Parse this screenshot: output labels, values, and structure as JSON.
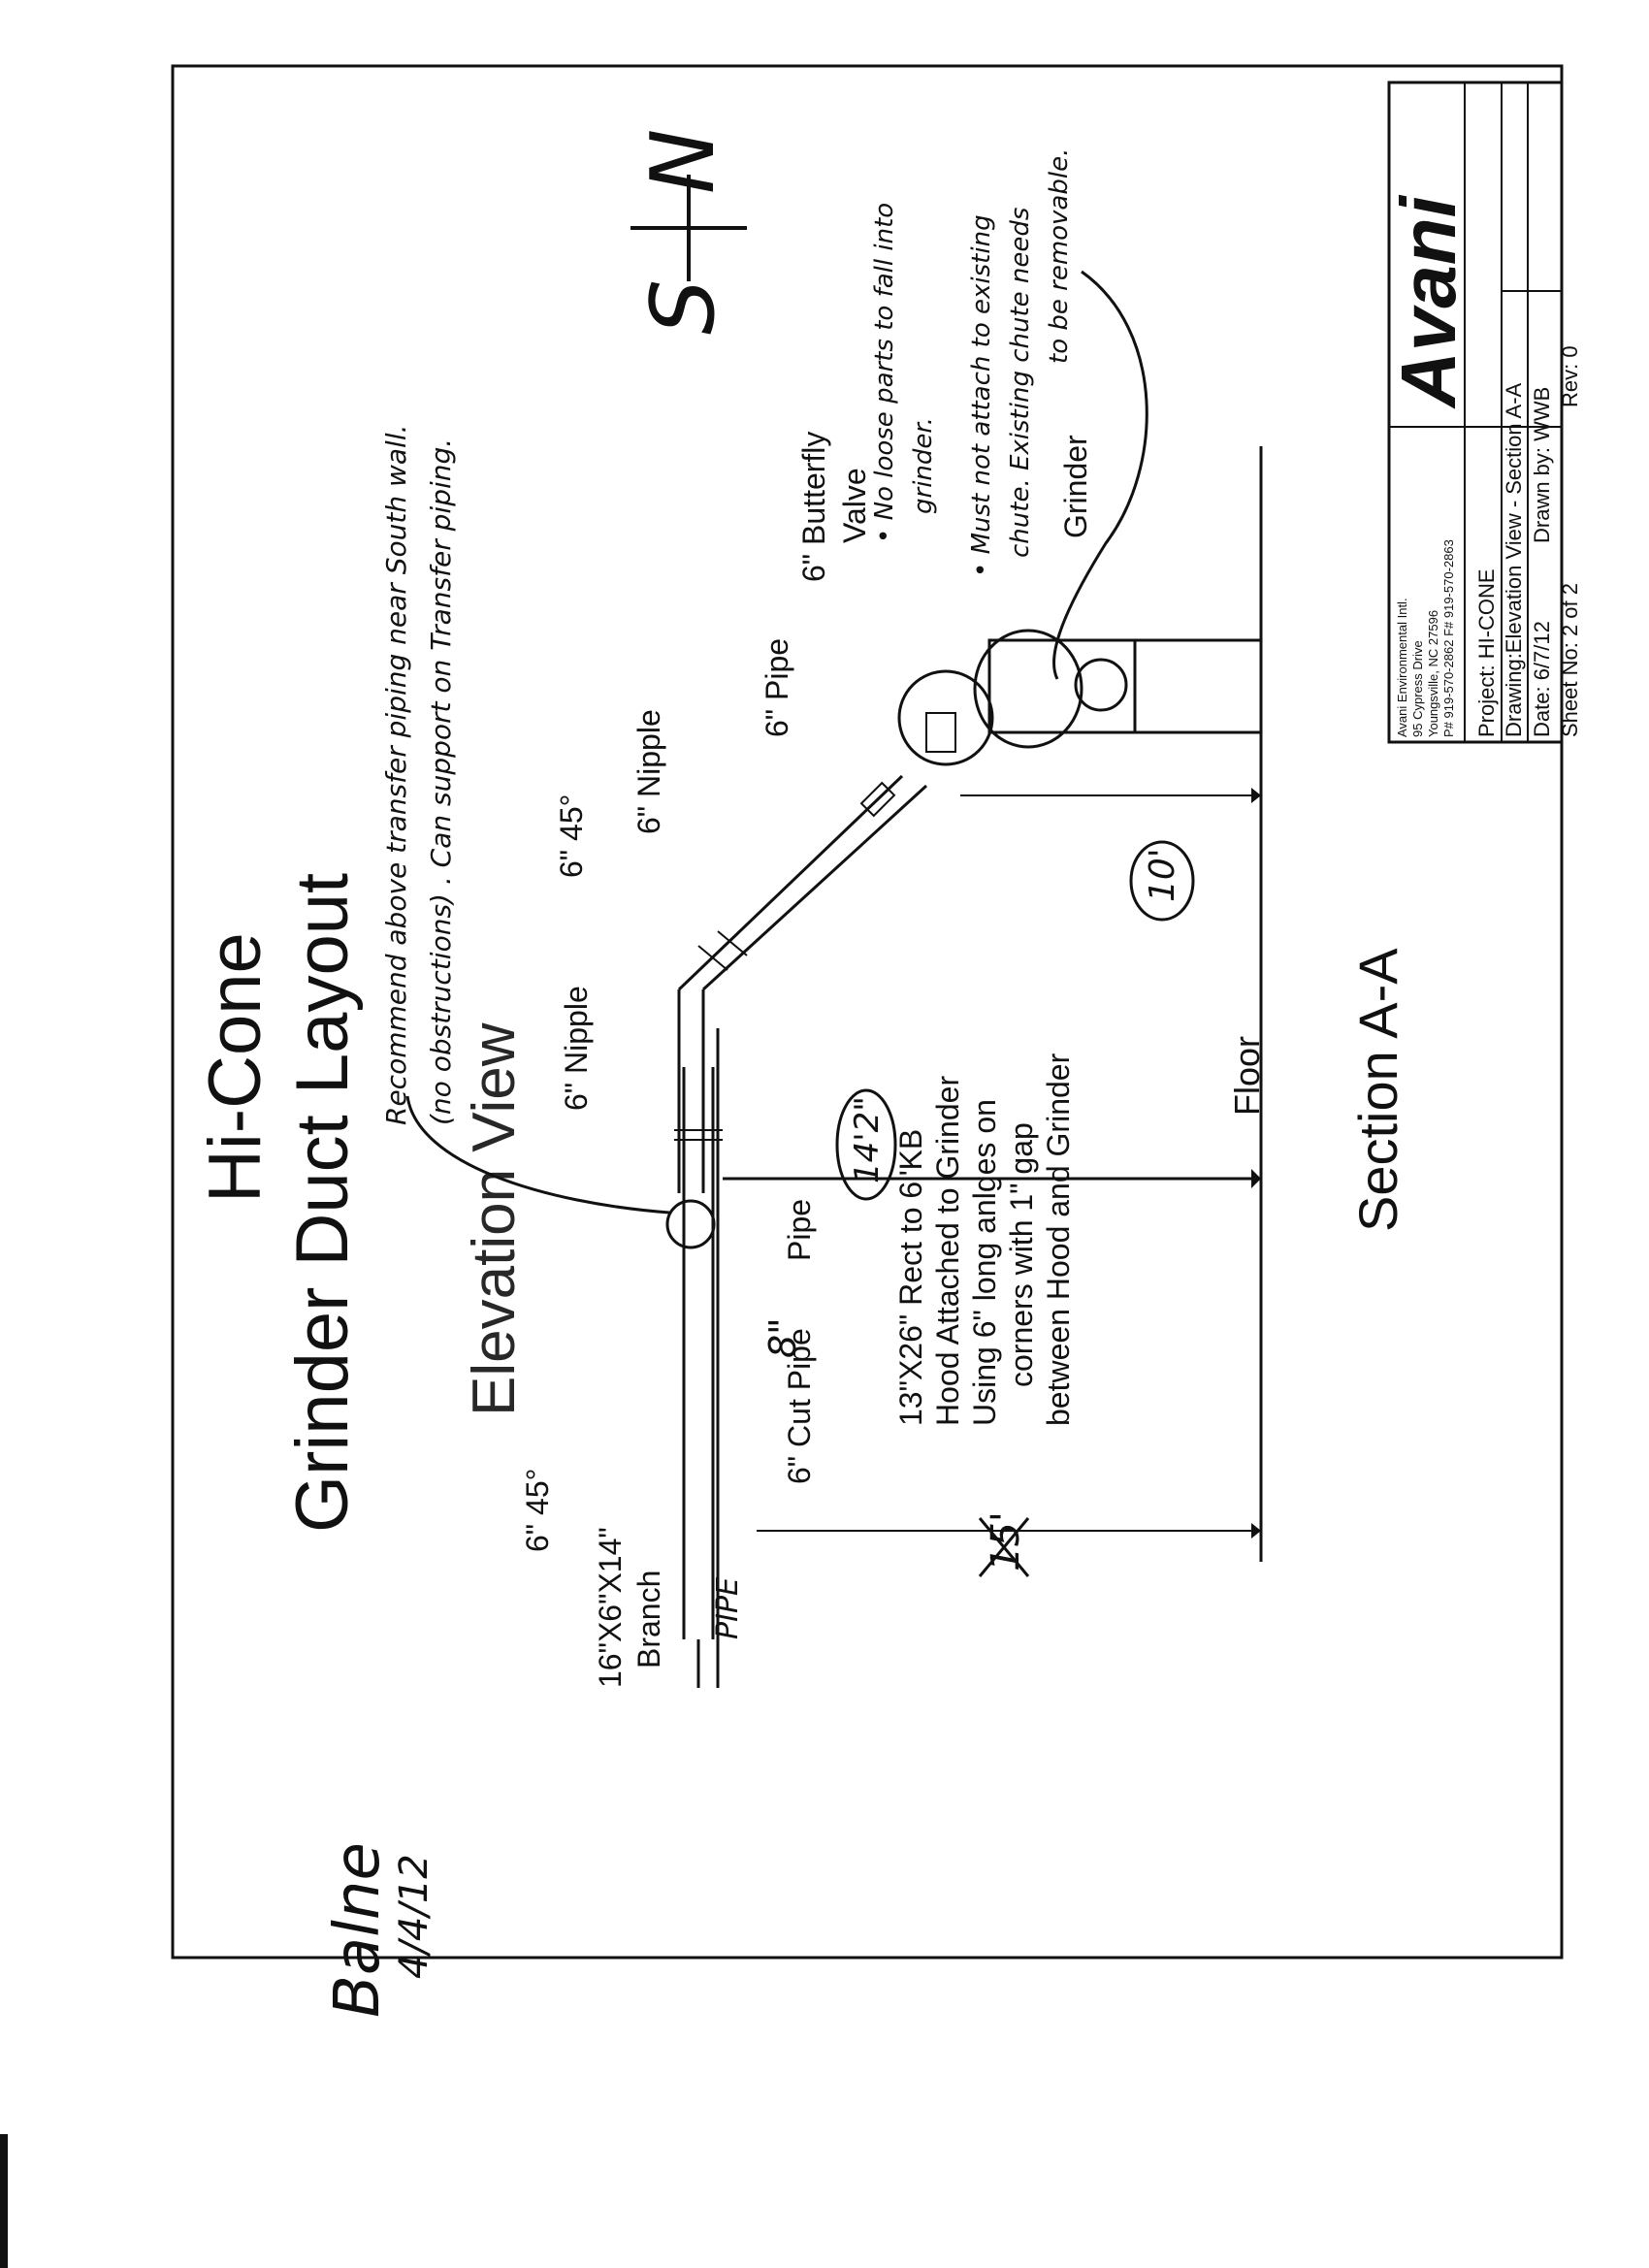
{
  "drawing": {
    "title_line1": "Hi-Cone",
    "title_line2": "Grinder Duct Layout",
    "view_label": "Elevation View",
    "section_label": "Section A-A",
    "floor_label": "Floor"
  },
  "callouts": {
    "nipple_upper": "6\" Nipple",
    "elbow_upper": "6\" 45°",
    "pipe_upper": "6\" Pipe",
    "butterfly_1": "6\" Butterfly",
    "butterfly_2": "Valve",
    "grinder": "Grinder",
    "nipple_lower": "6\" Nipple",
    "elbow_lower": "6\" 45°",
    "branch_1": "16\"X6\"X14\"",
    "branch_2": "Branch",
    "cut_pipe": "6\" Cut Pipe",
    "pipe_right": "Pipe",
    "hood_1": "13\"X26\" Rect to 6\"KB",
    "hood_2": "Hood Attached to Grinder",
    "hood_3": "Using 6\" long anlges on",
    "hood_4": "corners with 1\" gap",
    "hood_5": "between Hood and Grinder"
  },
  "handwritten": {
    "recommend_1": "Recommend above transfer piping near South wall.",
    "recommend_2": "(no obstructions) . Can support on Transfer piping.",
    "compass_s": "S",
    "compass_n": "N",
    "note_loose_1": "• No loose parts to fall into",
    "note_loose_2": "grinder.",
    "note_attach_1": "• Must not attach to existing",
    "note_attach_2": "chute. Existing chute needs",
    "note_attach_3": "to be removable.",
    "dim_height": "14'2\"",
    "dim_height_alt": "10'",
    "dim_cut": "8\"",
    "dim_struck": "15'",
    "pipe_tag": "PIPE",
    "signature": "Balne",
    "signature_date": "4/4/12"
  },
  "title_block": {
    "company": "Avani Environmental Intl.",
    "address_1": "95 Cypress Drive",
    "address_2": "Youngsville, NC    27596",
    "phone": "P# 919-570-2862   F# 919-570-2863",
    "logo": "Avani",
    "project": "Project: HI-CONE",
    "drawing": "Drawing:Elevation View - Section A-A",
    "date": "Date: 6/7/12",
    "drawn_by": "Drawn by: WWB",
    "sheet": "Sheet No: 2 of 2",
    "rev": "Rev: 0"
  },
  "colors": {
    "ink": "#111111",
    "paper": "#ffffff"
  }
}
